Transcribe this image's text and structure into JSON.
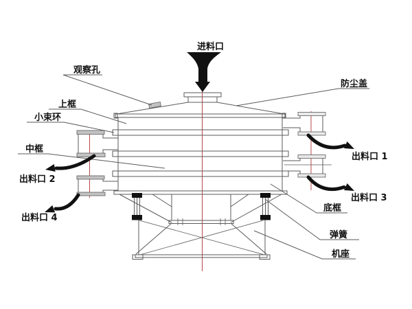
{
  "figure": {
    "type": "technical-diagram",
    "subject": "rotary-vibrating-sieve-cross-section",
    "labels": {
      "feed_inlet": "进料口",
      "observation_hole": "观察孔",
      "dust_cover": "防尘盖",
      "upper_frame": "上框",
      "small_clamp_ring": "小束环",
      "middle_frame": "中框",
      "outlet_1": "出料口 1",
      "outlet_2": "出料口 2",
      "outlet_3": "出料口 3",
      "outlet_4": "出料口 4",
      "bottom_frame": "底框",
      "spring": "弹簧",
      "machine_base": "机座"
    },
    "colors": {
      "background": "#ffffff",
      "line": "#5a5a5a",
      "dark": "#111111",
      "centerline_red": "#bb4747",
      "flange_gray": "#c3c3c3"
    }
  }
}
